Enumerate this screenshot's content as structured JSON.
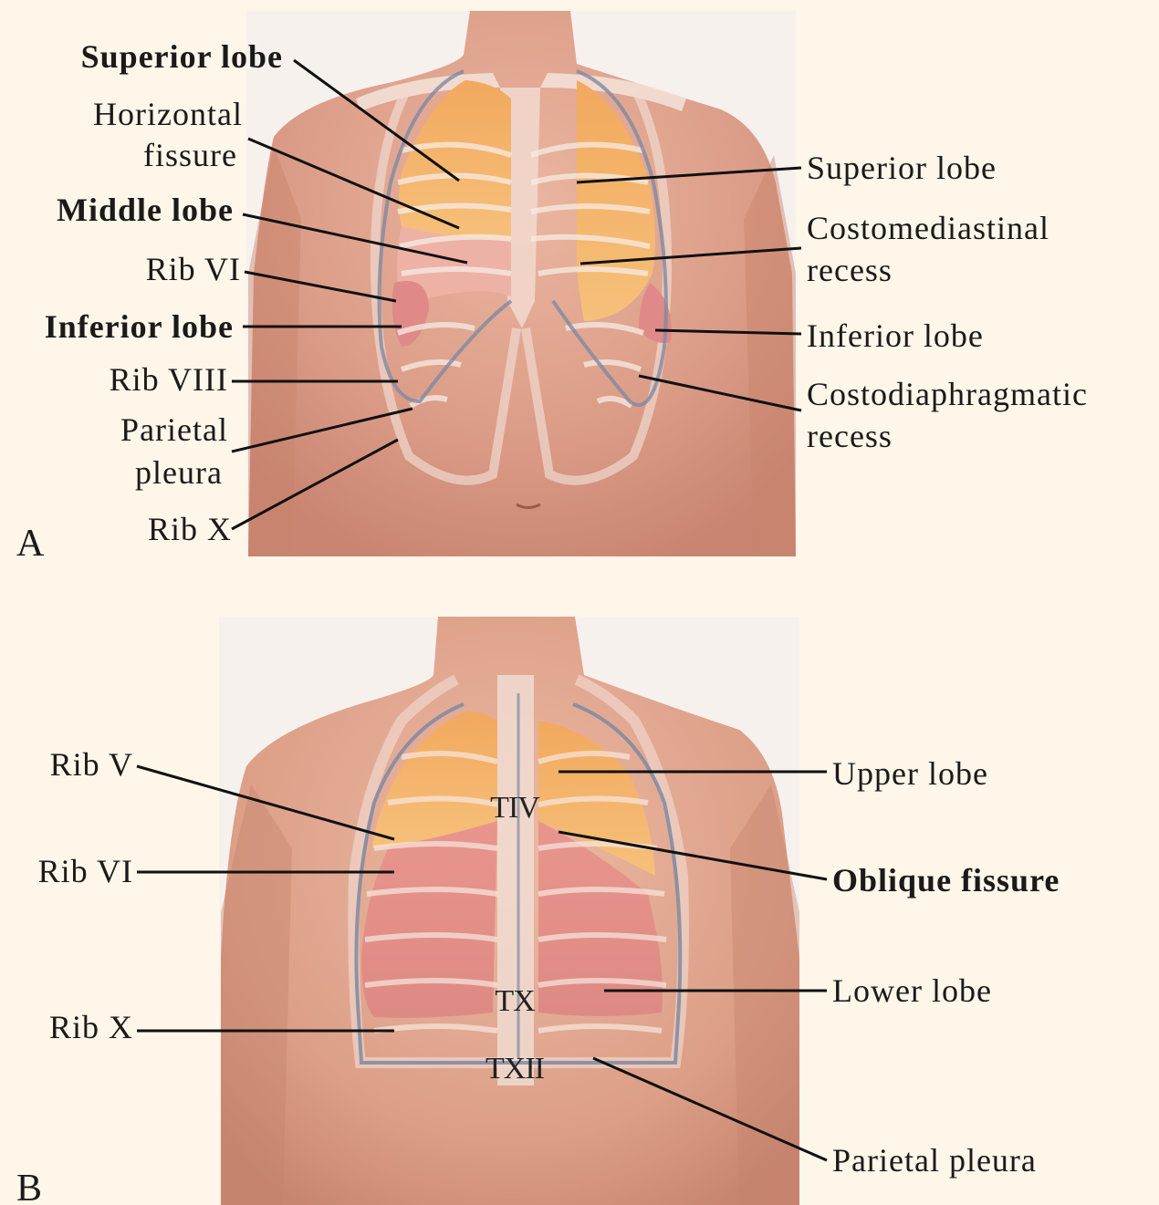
{
  "panel_a": {
    "letter": "A",
    "left_labels": [
      {
        "lines": [
          "Superior lobe"
        ],
        "bold": true
      },
      {
        "lines": [
          "Horizontal",
          "fissure"
        ],
        "bold": false
      },
      {
        "lines": [
          "Middle lobe"
        ],
        "bold": true
      },
      {
        "lines": [
          "Rib VI"
        ],
        "bold": false
      },
      {
        "lines": [
          "Inferior lobe"
        ],
        "bold": true
      },
      {
        "lines": [
          "Rib VIII"
        ],
        "bold": false
      },
      {
        "lines": [
          "Parietal",
          "pleura"
        ],
        "bold": false
      },
      {
        "lines": [
          "Rib X"
        ],
        "bold": false
      }
    ],
    "right_labels": [
      {
        "lines": [
          "Superior lobe"
        ],
        "bold": false
      },
      {
        "lines": [
          "Costomediastinal",
          "recess"
        ],
        "bold": false
      },
      {
        "lines": [
          "Inferior lobe"
        ],
        "bold": false
      },
      {
        "lines": [
          "Costodiaphragmatic",
          "recess"
        ],
        "bold": false
      }
    ]
  },
  "panel_b": {
    "letter": "B",
    "left_labels": [
      {
        "lines": [
          "Rib V"
        ],
        "bold": false
      },
      {
        "lines": [
          "Rib VI"
        ],
        "bold": false
      },
      {
        "lines": [
          "Rib X"
        ],
        "bold": false
      }
    ],
    "right_labels": [
      {
        "lines": [
          "Upper lobe"
        ],
        "bold": false
      },
      {
        "lines": [
          "Oblique fissure"
        ],
        "bold": true
      },
      {
        "lines": [
          "Lower lobe"
        ],
        "bold": false
      },
      {
        "lines": [
          "Parietal pleura"
        ],
        "bold": false
      }
    ],
    "vertebrae": [
      "TIV",
      "TX",
      "TXII"
    ]
  },
  "colors": {
    "background": "#fdf6e9",
    "skin": "#e3a58f",
    "upper_lobe": "#f4b46a",
    "lower_lobe": "#e58a86",
    "pleura_line": "#7e8aa3"
  }
}
